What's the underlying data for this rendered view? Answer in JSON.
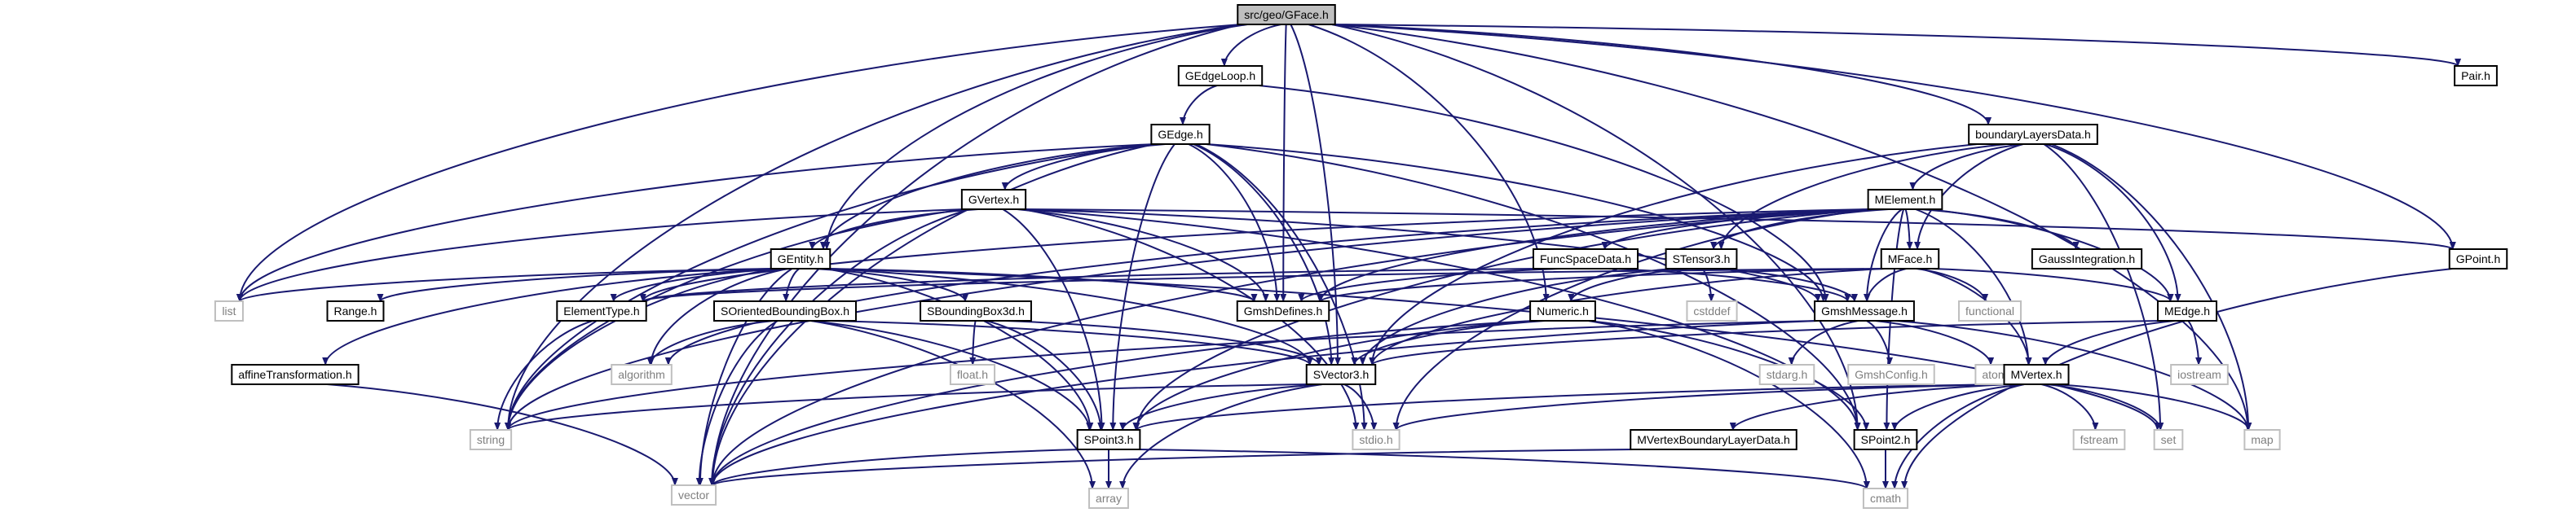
{
  "diagram": {
    "colors": {
      "edge": "#191970",
      "local_border": "#000000",
      "system_border": "#bfbfbf",
      "system_text": "#7f7f7f",
      "root_fill": "#bfbfbf"
    },
    "nodes": [
      {
        "id": "gface",
        "label": "src/geo/GFace.h",
        "kind": "root"
      },
      {
        "id": "gedgeloop",
        "label": "GEdgeLoop.h",
        "kind": "local"
      },
      {
        "id": "pair",
        "label": "Pair.h",
        "kind": "local"
      },
      {
        "id": "blayers",
        "label": "boundaryLayersData.h",
        "kind": "local"
      },
      {
        "id": "gedge",
        "label": "GEdge.h",
        "kind": "local"
      },
      {
        "id": "gvertex",
        "label": "GVertex.h",
        "kind": "local"
      },
      {
        "id": "melement",
        "label": "MElement.h",
        "kind": "local"
      },
      {
        "id": "gentity",
        "label": "GEntity.h",
        "kind": "local"
      },
      {
        "id": "funcspace",
        "label": "FuncSpaceData.h",
        "kind": "local"
      },
      {
        "id": "stensor3",
        "label": "STensor3.h",
        "kind": "local"
      },
      {
        "id": "mface",
        "label": "MFace.h",
        "kind": "local"
      },
      {
        "id": "gaussint",
        "label": "GaussIntegration.h",
        "kind": "local"
      },
      {
        "id": "gpoint",
        "label": "GPoint.h",
        "kind": "local"
      },
      {
        "id": "list",
        "label": "list",
        "kind": "sys"
      },
      {
        "id": "rangeh",
        "label": "Range.h",
        "kind": "local"
      },
      {
        "id": "elemtype",
        "label": "ElementType.h",
        "kind": "local"
      },
      {
        "id": "sobb",
        "label": "SOrientedBoundingBox.h",
        "kind": "local"
      },
      {
        "id": "sbbox3d",
        "label": "SBoundingBox3d.h",
        "kind": "local"
      },
      {
        "id": "gmshdefines",
        "label": "GmshDefines.h",
        "kind": "local"
      },
      {
        "id": "numeric",
        "label": "Numeric.h",
        "kind": "local"
      },
      {
        "id": "cstddef",
        "label": "cstddef",
        "kind": "sys"
      },
      {
        "id": "gmshmessage",
        "label": "GmshMessage.h",
        "kind": "local"
      },
      {
        "id": "functional",
        "label": "functional",
        "kind": "sys"
      },
      {
        "id": "medge",
        "label": "MEdge.h",
        "kind": "local"
      },
      {
        "id": "affine",
        "label": "affineTransformation.h",
        "kind": "local"
      },
      {
        "id": "algorithm",
        "label": "algorithm",
        "kind": "sys"
      },
      {
        "id": "floath",
        "label": "float.h",
        "kind": "sys"
      },
      {
        "id": "svector3",
        "label": "SVector3.h",
        "kind": "local"
      },
      {
        "id": "stdargh",
        "label": "stdarg.h",
        "kind": "sys"
      },
      {
        "id": "gmshconfig",
        "label": "GmshConfig.h",
        "kind": "sys"
      },
      {
        "id": "atomic",
        "label": "atomic",
        "kind": "sys"
      },
      {
        "id": "mvertex",
        "label": "MVertex.h",
        "kind": "local"
      },
      {
        "id": "iostream",
        "label": "iostream",
        "kind": "sys"
      },
      {
        "id": "string",
        "label": "string",
        "kind": "sys"
      },
      {
        "id": "spoint3",
        "label": "SPoint3.h",
        "kind": "local"
      },
      {
        "id": "stdioh",
        "label": "stdio.h",
        "kind": "sys"
      },
      {
        "id": "spoint2",
        "label": "SPoint2.h",
        "kind": "local"
      },
      {
        "id": "fstream",
        "label": "fstream",
        "kind": "sys"
      },
      {
        "id": "set",
        "label": "set",
        "kind": "sys"
      },
      {
        "id": "map",
        "label": "map",
        "kind": "sys"
      },
      {
        "id": "mvbld",
        "label": "MVertexBoundaryLayerData.h",
        "kind": "local"
      },
      {
        "id": "vector",
        "label": "vector",
        "kind": "sys"
      },
      {
        "id": "array",
        "label": "array",
        "kind": "sys"
      },
      {
        "id": "cmath",
        "label": "cmath",
        "kind": "sys"
      }
    ],
    "edges": [
      [
        "gface",
        "gedgeloop"
      ],
      [
        "gface",
        "pair"
      ],
      [
        "gface",
        "blayers"
      ],
      [
        "gface",
        "gentity"
      ],
      [
        "gface",
        "gpoint"
      ],
      [
        "gface",
        "list"
      ],
      [
        "gface",
        "gmshdefines"
      ],
      [
        "gface",
        "numeric"
      ],
      [
        "gface",
        "svector3"
      ],
      [
        "gface",
        "string"
      ],
      [
        "gface",
        "vector"
      ],
      [
        "gface",
        "spoint2"
      ],
      [
        "gface",
        "map"
      ],
      [
        "gedgeloop",
        "gedge"
      ],
      [
        "gedgeloop",
        "gmshmessage"
      ],
      [
        "gedge",
        "gvertex"
      ],
      [
        "gedge",
        "gentity"
      ],
      [
        "gedge",
        "gmshdefines"
      ],
      [
        "gedge",
        "gmshmessage"
      ],
      [
        "gedge",
        "svector3"
      ],
      [
        "gedge",
        "spoint3"
      ],
      [
        "gedge",
        "stdioh"
      ],
      [
        "gedge",
        "string"
      ],
      [
        "gedge",
        "vector"
      ],
      [
        "gedge",
        "list"
      ],
      [
        "gedge",
        "spoint2"
      ],
      [
        "gvertex",
        "gentity"
      ],
      [
        "gvertex",
        "gpoint"
      ],
      [
        "gvertex",
        "gmshdefines"
      ],
      [
        "gvertex",
        "list"
      ],
      [
        "gvertex",
        "spoint3"
      ],
      [
        "gvertex",
        "spoint2"
      ],
      [
        "gvertex",
        "stdioh"
      ],
      [
        "gvertex",
        "string"
      ],
      [
        "gvertex",
        "vector"
      ],
      [
        "gvertex",
        "gmshmessage"
      ],
      [
        "gentity",
        "list"
      ],
      [
        "gentity",
        "rangeh"
      ],
      [
        "gentity",
        "sobb"
      ],
      [
        "gentity",
        "sbbox3d"
      ],
      [
        "gentity",
        "affine"
      ],
      [
        "gentity",
        "gmshdefines"
      ],
      [
        "gentity",
        "svector3"
      ],
      [
        "gentity",
        "set"
      ],
      [
        "gentity",
        "string"
      ],
      [
        "gentity",
        "vector"
      ],
      [
        "gentity",
        "spoint3"
      ],
      [
        "gentity",
        "elemtype"
      ],
      [
        "gentity",
        "algorithm"
      ],
      [
        "blayers",
        "melement"
      ],
      [
        "blayers",
        "mface"
      ],
      [
        "blayers",
        "medge"
      ],
      [
        "blayers",
        "svector3"
      ],
      [
        "blayers",
        "set"
      ],
      [
        "blayers",
        "map"
      ],
      [
        "blayers",
        "stensor3"
      ],
      [
        "melement",
        "funcspace"
      ],
      [
        "melement",
        "stensor3"
      ],
      [
        "melement",
        "mface"
      ],
      [
        "melement",
        "gaussint"
      ],
      [
        "melement",
        "gmshmessage"
      ],
      [
        "melement",
        "medge"
      ],
      [
        "melement",
        "mvertex"
      ],
      [
        "melement",
        "elemtype"
      ],
      [
        "melement",
        "spoint3"
      ],
      [
        "melement",
        "vector"
      ],
      [
        "melement",
        "gmshdefines"
      ],
      [
        "melement",
        "string"
      ],
      [
        "melement",
        "stdioh"
      ],
      [
        "melement",
        "algorithm"
      ],
      [
        "melement",
        "spoint2"
      ],
      [
        "funcspace",
        "elemtype"
      ],
      [
        "funcspace",
        "gmshmessage"
      ],
      [
        "funcspace",
        "gmshdefines"
      ],
      [
        "stensor3",
        "svector3"
      ],
      [
        "stensor3",
        "numeric"
      ],
      [
        "stensor3",
        "gmshmessage"
      ],
      [
        "stensor3",
        "cstddef"
      ],
      [
        "mface",
        "mvertex"
      ],
      [
        "mface",
        "medge"
      ],
      [
        "mface",
        "svector3"
      ],
      [
        "mface",
        "gmshmessage"
      ],
      [
        "mface",
        "functional"
      ],
      [
        "mface",
        "elemtype"
      ],
      [
        "mface",
        "gmshdefines"
      ],
      [
        "medge",
        "mvertex"
      ],
      [
        "medge",
        "iostream"
      ],
      [
        "medge",
        "svector3"
      ],
      [
        "gpoint",
        "cmath"
      ],
      [
        "sobb",
        "svector3"
      ],
      [
        "sobb",
        "spoint3"
      ],
      [
        "sobb",
        "vector"
      ],
      [
        "sobb",
        "algorithm"
      ],
      [
        "sobb",
        "array"
      ],
      [
        "sbbox3d",
        "spoint3"
      ],
      [
        "sbbox3d",
        "floath"
      ],
      [
        "sbbox3d",
        "svector3"
      ],
      [
        "numeric",
        "svector3"
      ],
      [
        "numeric",
        "spoint3"
      ],
      [
        "numeric",
        "vector"
      ],
      [
        "numeric",
        "cmath"
      ],
      [
        "numeric",
        "spoint2"
      ],
      [
        "gmshmessage",
        "gmshconfig"
      ],
      [
        "gmshmessage",
        "stdargh"
      ],
      [
        "gmshmessage",
        "atomic"
      ],
      [
        "gmshmessage",
        "string"
      ],
      [
        "gmshmessage",
        "vector"
      ],
      [
        "gmshmessage",
        "map"
      ],
      [
        "svector3",
        "spoint3"
      ],
      [
        "svector3",
        "string"
      ],
      [
        "svector3",
        "stdioh"
      ],
      [
        "svector3",
        "array"
      ],
      [
        "mvertex",
        "spoint3"
      ],
      [
        "mvertex",
        "spoint2"
      ],
      [
        "mvertex",
        "mvbld"
      ],
      [
        "mvertex",
        "set"
      ],
      [
        "mvertex",
        "map"
      ],
      [
        "mvertex",
        "fstream"
      ],
      [
        "mvertex",
        "cmath"
      ],
      [
        "mvertex",
        "stdioh"
      ],
      [
        "spoint3",
        "vector"
      ],
      [
        "spoint3",
        "cmath"
      ],
      [
        "spoint3",
        "array"
      ],
      [
        "spoint2",
        "cmath"
      ],
      [
        "mvbld",
        "vector"
      ],
      [
        "affine",
        "vector"
      ],
      [
        "elemtype",
        "string"
      ]
    ]
  }
}
